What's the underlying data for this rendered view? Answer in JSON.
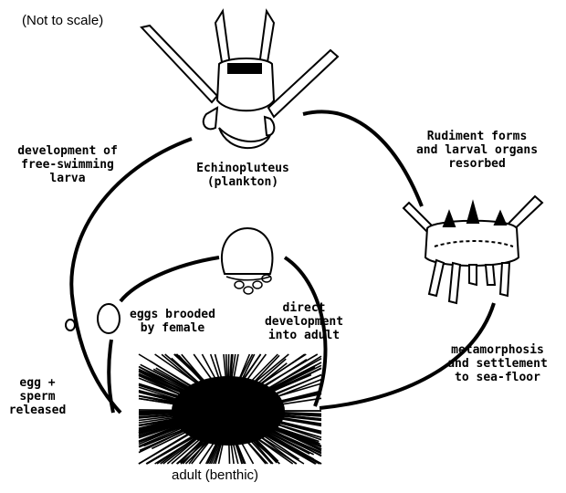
{
  "note": "(Not to scale)",
  "stages": {
    "larva": "Echinopluteus\n(plankton)",
    "adult": "adult (benthic)"
  },
  "transitions": {
    "development": "development of\nfree-swimming\nlarva",
    "rudiment": "Rudiment forms\nand larval organs\nresorbed",
    "metamorphosis": "metamorphosis\nand settlement\nto sea-floor",
    "egg_sperm": "egg +\nsperm\nreleased",
    "brooded": "eggs brooded\nby female",
    "direct": "direct\ndevelopment\ninto adult"
  }
}
